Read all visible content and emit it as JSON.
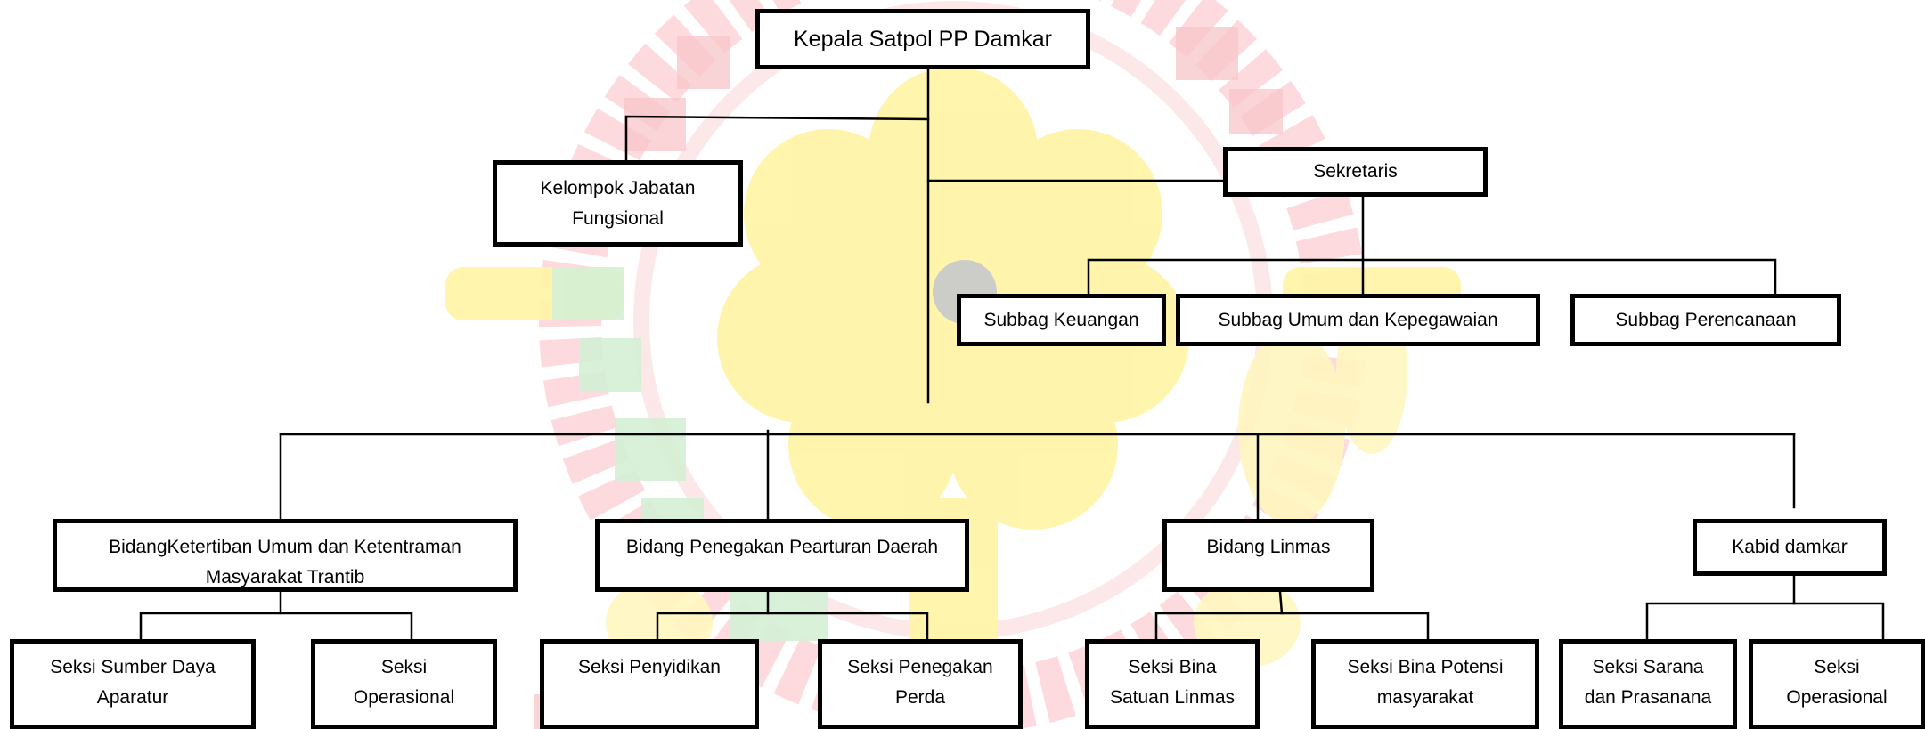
{
  "diagram": {
    "type": "organization-chart",
    "root": {
      "label": "Kepala Satpol PP Damkar"
    },
    "staff": [
      {
        "id": "kjf",
        "lines": [
          "Kelompok Jabatan",
          "Fungsional"
        ]
      },
      {
        "id": "sekretaris",
        "lines": [
          "Sekretaris"
        ]
      }
    ],
    "subbag": [
      {
        "id": "keuangan",
        "lines": [
          "Subbag Keuangan"
        ]
      },
      {
        "id": "umum",
        "lines": [
          "Subbag Umum dan Kepegawaian"
        ]
      },
      {
        "id": "perencanaan",
        "lines": [
          "Subbag Perencanaan"
        ]
      }
    ],
    "bidang": [
      {
        "id": "trantib",
        "lines": [
          "BidangKetertiban Umum dan Ketentraman",
          "Masyarakat Trantib"
        ]
      },
      {
        "id": "perda",
        "lines": [
          "Bidang Penegakan Pearturan Daerah"
        ]
      },
      {
        "id": "linmas",
        "lines": [
          "Bidang  Linmas"
        ]
      },
      {
        "id": "damkar",
        "lines": [
          "Kabid damkar"
        ]
      }
    ],
    "seksi": [
      {
        "id": "sda",
        "parent": "trantib",
        "lines": [
          "Seksi Sumber Daya",
          "Aparatur"
        ]
      },
      {
        "id": "ops1",
        "parent": "trantib",
        "lines": [
          "Seksi",
          "Operasional"
        ]
      },
      {
        "id": "penyidikan",
        "parent": "perda",
        "lines": [
          "Seksi Penyidikan"
        ]
      },
      {
        "id": "penegakan",
        "parent": "perda",
        "lines": [
          "Seksi Penegakan",
          "Perda"
        ]
      },
      {
        "id": "binasatuan",
        "parent": "linmas",
        "lines": [
          "Seksi Bina",
          "Satuan Linmas"
        ]
      },
      {
        "id": "binapotensi",
        "parent": "linmas",
        "lines": [
          "Seksi Bina  Potensi",
          "masyarakat"
        ]
      },
      {
        "id": "sarana",
        "parent": "damkar",
        "lines": [
          "Seksi Sarana",
          "dan Prasanana"
        ]
      },
      {
        "id": "ops2",
        "parent": "damkar",
        "lines": [
          "Seksi",
          "Operasional"
        ]
      }
    ]
  },
  "colors": {
    "box_border": "#000000",
    "connector": "#000000",
    "watermark_yellow": "#fff3a6",
    "watermark_red": "#f8c0c4",
    "watermark_green": "#c8ecc8",
    "watermark_grey": "#c9c9c9"
  }
}
